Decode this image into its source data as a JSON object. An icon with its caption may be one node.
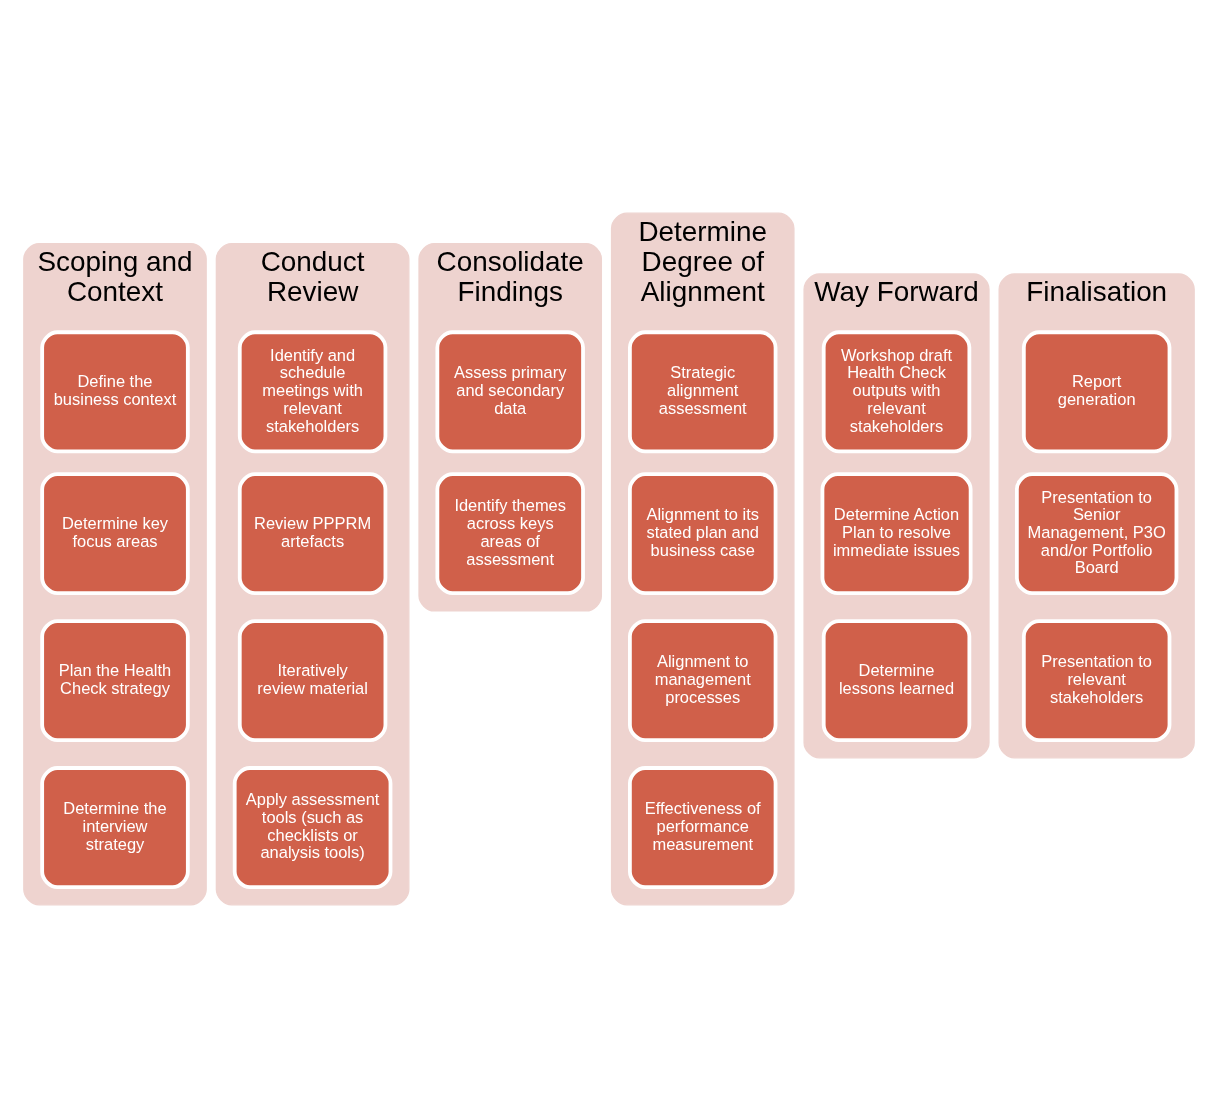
{
  "diagram": {
    "nodes": [
      {
        "text": [
          "Scoping and Context"
        ]
      },
      {
        "text": [
          "Define the business context"
        ],
        "in": 0
      },
      {
        "text": [
          "Determine key focus areas"
        ],
        "in": 0
      },
      {
        "text": [
          "Plan the Health Check strategy"
        ],
        "in": 0
      },
      {
        "text": [
          "Determine the interview strategy"
        ],
        "in": 0
      },
      {
        "text": [
          "Conduct Review"
        ]
      },
      {
        "text": [
          "Identify and schedule meetings with relevant stakeholders"
        ],
        "in": 5
      },
      {
        "text": [
          "Review PPPRM artefacts"
        ],
        "in": 5
      },
      {
        "text": [
          "Iteratively review material"
        ],
        "in": 5
      },
      {
        "text": [
          "Apply assessment tools (such as checklists or analysis tools)"
        ],
        "in": 5
      },
      {
        "text": [
          "Consolidate Findings"
        ]
      },
      {
        "text": [
          "Assess primary and secondary data"
        ],
        "in": 10
      },
      {
        "text": [
          "Identify themes across keys areas of assessment"
        ],
        "in": 10
      },
      {
        "text": [
          "Determine Degree of Alignment"
        ]
      },
      {
        "text": [
          "Strategic alignment assessment"
        ],
        "in": 13
      },
      {
        "text": [
          "Alignment to its stated plan and business case"
        ],
        "in": 13
      },
      {
        "text": [
          "Alignment to management processes"
        ],
        "in": 13
      },
      {
        "text": [
          "Effectiveness of performance measurement"
        ],
        "in": 13
      },
      {
        "text": [
          "Way Forward"
        ]
      },
      {
        "text": [
          "Workshop draft Health Check outputs with relevant stakeholders"
        ],
        "in": 18
      },
      {
        "text": [
          "Determine Action Plan to resolve immediate issues"
        ],
        "in": 18
      },
      {
        "text": [
          "Determine lessons learned"
        ],
        "in": 18
      },
      {
        "text": [
          "Finalisation"
        ]
      },
      {
        "text": [
          "Report generation"
        ],
        "in": 22
      },
      {
        "text": [
          "Presentation to Senior Management, P3O and/or Portfolio Board"
        ],
        "in": 22
      },
      {
        "text": [
          "Presentation to relevant stakeholders"
        ],
        "in": 22
      }
    ],
    "edges": []
  }
}
